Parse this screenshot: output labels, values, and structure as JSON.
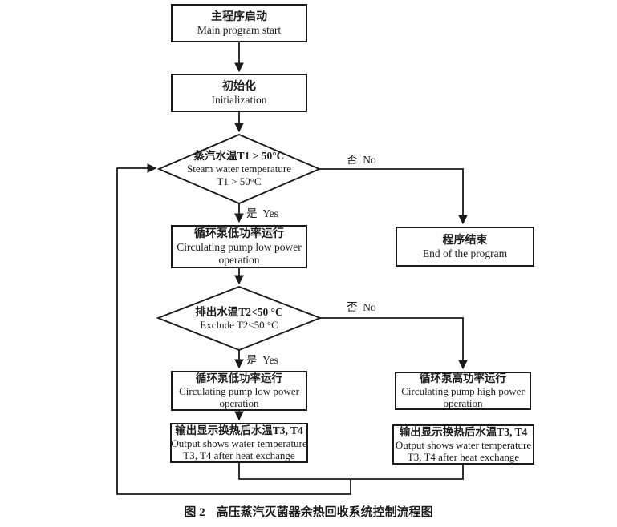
{
  "figure": {
    "caption_tag": "图 2",
    "caption_title": "高压蒸汽灭菌器余热回收系统控制流程图"
  },
  "colors": {
    "line": "#1a1a1a",
    "background": "#ffffff"
  },
  "nodes": {
    "start": {
      "zh": "主程序启动",
      "en": "Main program start"
    },
    "init": {
      "zh": "初始化",
      "en": "Initialization"
    },
    "decision_t1": {
      "zh": "蒸汽水温T1 > 50°C",
      "en1": "Steam water temperature",
      "en2": "T1 > 50°C"
    },
    "pump_low_1": {
      "zh": "循环泵低功率运行",
      "en1": "Circulating pump low power",
      "en2": "operation"
    },
    "end": {
      "zh": "程序结束",
      "en": "End of the program"
    },
    "decision_t2": {
      "zh": "排出水温T2<50 °C",
      "en": "Exclude T2<50 °C"
    },
    "pump_low_2": {
      "zh": "循环泵低功率运行",
      "en1": "Circulating pump low power",
      "en2": "operation"
    },
    "output_left": {
      "zh": "输出显示换热后水温T3, T4",
      "en1": "Output shows water temperature",
      "en2": "T3, T4 after heat exchange"
    },
    "pump_high": {
      "zh": "循环泵高功率运行",
      "en1": "Circulating pump high power",
      "en2": "operation"
    },
    "output_right": {
      "zh": "输出显示换热后水温T3, T4",
      "en1": "Output shows water temperature",
      "en2": "T3, T4 after heat exchange"
    }
  },
  "edge_labels": {
    "yes1": "是  Yes",
    "no1": "否  No",
    "yes2": "是  Yes",
    "no2": "否  No"
  }
}
